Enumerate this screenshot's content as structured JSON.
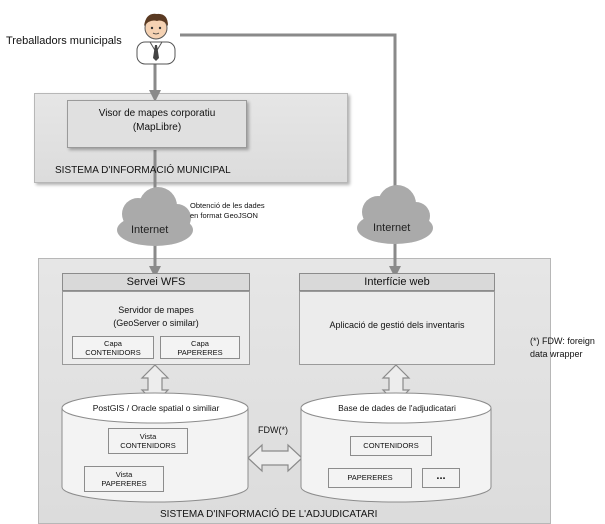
{
  "user": {
    "label": "Treballadors municipals",
    "icon": "user-icon"
  },
  "municipal": {
    "title": "SISTEMA D'INFORMACIÓ MUNICIPAL",
    "viewer_line1": "Visor de mapes corporatiu",
    "viewer_line2": "(MapLibre)"
  },
  "clouds": {
    "left_label": "Internet",
    "right_label": "Internet",
    "icon": "cloud-icon"
  },
  "annotation": {
    "line1": "Obtenció de les dades",
    "line2": "en format GeoJSON"
  },
  "adjudicatari": {
    "title": "SISTEMA D'INFORMACIÓ DE L'ADJUDICATARI",
    "wfs": {
      "header": "Servei WFS",
      "server_line1": "Servidor de mapes",
      "server_line2": "(GeoServer o similar)",
      "layer1_line1": "Capa",
      "layer1_line2": "CONTENIDORS",
      "layer2_line1": "Capa",
      "layer2_line2": "PAPERERES"
    },
    "web": {
      "header": "Interfície web",
      "app": "Aplicació de gestió dels inventaris"
    },
    "db_left": {
      "title": "PostGIS / Oracle spatial o similiar",
      "view1_line1": "Vista",
      "view1_line2": "CONTENIDORS",
      "view2_line1": "Vista",
      "view2_line2": "PAPERERES"
    },
    "fdw_label": "FDW(*)",
    "db_right": {
      "title": "Base de dades de l'adjudicatari",
      "table1": "CONTENIDORS",
      "table2": "PAPERERES",
      "table3": "..."
    }
  },
  "footnote": {
    "line1": "(*) FDW: foreign",
    "line2": "data wrapper"
  },
  "colors": {
    "arrow": "#8a8a8a",
    "region": "#e2e2e2",
    "cloud": "#aaaaaa"
  }
}
